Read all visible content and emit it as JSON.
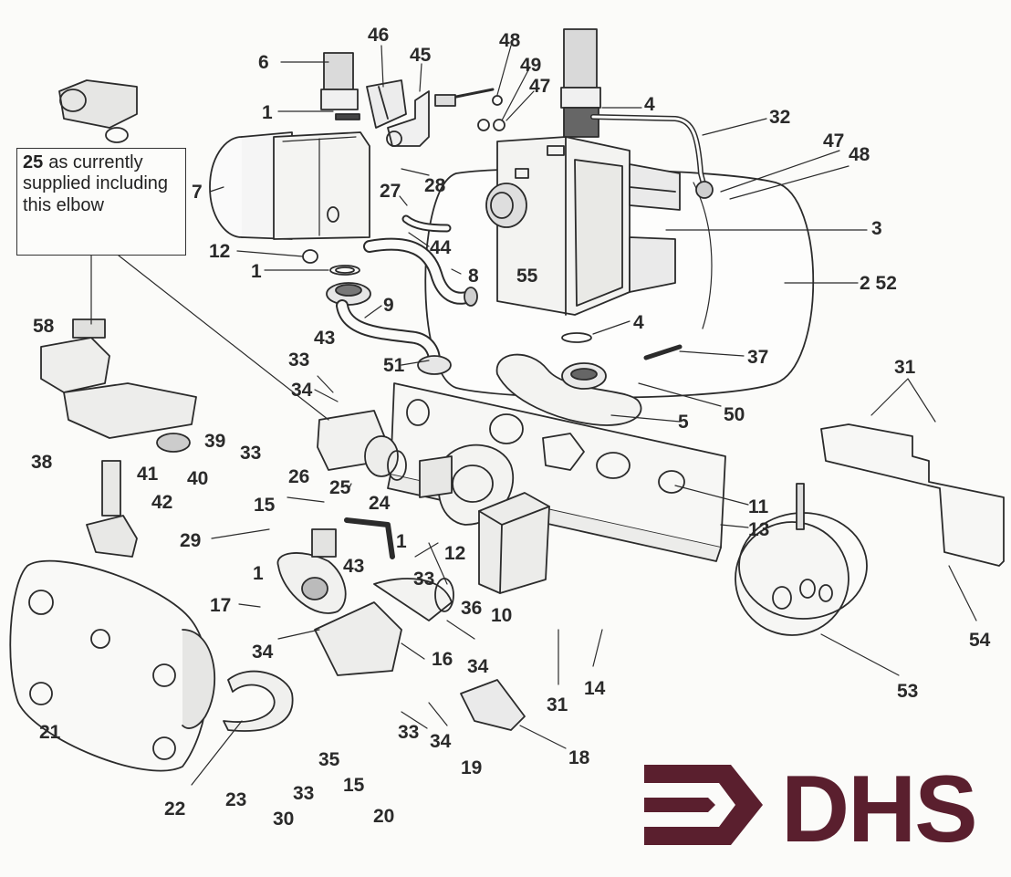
{
  "note": {
    "number": "25",
    "text": "as currently supplied including this elbow"
  },
  "logo": {
    "text": "DHS",
    "color": "#5a1f2e"
  },
  "part_numbers": [
    {
      "id": "p6",
      "t": "6"
    },
    {
      "id": "p46",
      "t": "46"
    },
    {
      "id": "p45",
      "t": "45"
    },
    {
      "id": "p48a",
      "t": "48"
    },
    {
      "id": "p49",
      "t": "49"
    },
    {
      "id": "p47a",
      "t": "47"
    },
    {
      "id": "p4a",
      "t": "4"
    },
    {
      "id": "p32",
      "t": "32"
    },
    {
      "id": "p47b",
      "t": "47"
    },
    {
      "id": "p48b",
      "t": "48"
    },
    {
      "id": "p1a",
      "t": "1"
    },
    {
      "id": "p7",
      "t": "7"
    },
    {
      "id": "p28",
      "t": "28"
    },
    {
      "id": "p27",
      "t": "27"
    },
    {
      "id": "p3",
      "t": "3"
    },
    {
      "id": "p12a",
      "t": "12"
    },
    {
      "id": "p44",
      "t": "44"
    },
    {
      "id": "p1b",
      "t": "1"
    },
    {
      "id": "p8",
      "t": "8"
    },
    {
      "id": "p55",
      "t": "55"
    },
    {
      "id": "p2_52",
      "t": "2  52"
    },
    {
      "id": "p9",
      "t": "9"
    },
    {
      "id": "p4b",
      "t": "4"
    },
    {
      "id": "p58",
      "t": "58"
    },
    {
      "id": "p43a",
      "t": "43"
    },
    {
      "id": "p37",
      "t": "37"
    },
    {
      "id": "p33a",
      "t": "33"
    },
    {
      "id": "p51",
      "t": "51"
    },
    {
      "id": "p34a",
      "t": "34"
    },
    {
      "id": "p31a",
      "t": "31"
    },
    {
      "id": "p50",
      "t": "50"
    },
    {
      "id": "p5",
      "t": "5"
    },
    {
      "id": "p39",
      "t": "39"
    },
    {
      "id": "p38",
      "t": "38"
    },
    {
      "id": "p41",
      "t": "41"
    },
    {
      "id": "p40",
      "t": "40"
    },
    {
      "id": "p33b",
      "t": "33"
    },
    {
      "id": "p26",
      "t": "26"
    },
    {
      "id": "p25",
      "t": "25"
    },
    {
      "id": "p24",
      "t": "24"
    },
    {
      "id": "p42",
      "t": "42"
    },
    {
      "id": "p15a",
      "t": "15"
    },
    {
      "id": "p11",
      "t": "11"
    },
    {
      "id": "p13",
      "t": "13"
    },
    {
      "id": "p29",
      "t": "29"
    },
    {
      "id": "p1c",
      "t": "1"
    },
    {
      "id": "p12b",
      "t": "12"
    },
    {
      "id": "p1d",
      "t": "1"
    },
    {
      "id": "p43b",
      "t": "43"
    },
    {
      "id": "p33c",
      "t": "33"
    },
    {
      "id": "p36",
      "t": "36"
    },
    {
      "id": "p10",
      "t": "10"
    },
    {
      "id": "p17",
      "t": "17"
    },
    {
      "id": "p34b",
      "t": "34"
    },
    {
      "id": "p16",
      "t": "16"
    },
    {
      "id": "p34c",
      "t": "34"
    },
    {
      "id": "p14",
      "t": "14"
    },
    {
      "id": "p31b",
      "t": "31"
    },
    {
      "id": "p54",
      "t": "54"
    },
    {
      "id": "p53",
      "t": "53"
    },
    {
      "id": "p21",
      "t": "21"
    },
    {
      "id": "p33d",
      "t": "33"
    },
    {
      "id": "p34d",
      "t": "34"
    },
    {
      "id": "p19",
      "t": "19"
    },
    {
      "id": "p18",
      "t": "18"
    },
    {
      "id": "p35",
      "t": "35"
    },
    {
      "id": "p15b",
      "t": "15"
    },
    {
      "id": "p22",
      "t": "22"
    },
    {
      "id": "p23",
      "t": "23"
    },
    {
      "id": "p33e",
      "t": "33"
    },
    {
      "id": "p30",
      "t": "30"
    },
    {
      "id": "p20",
      "t": "20"
    }
  ]
}
